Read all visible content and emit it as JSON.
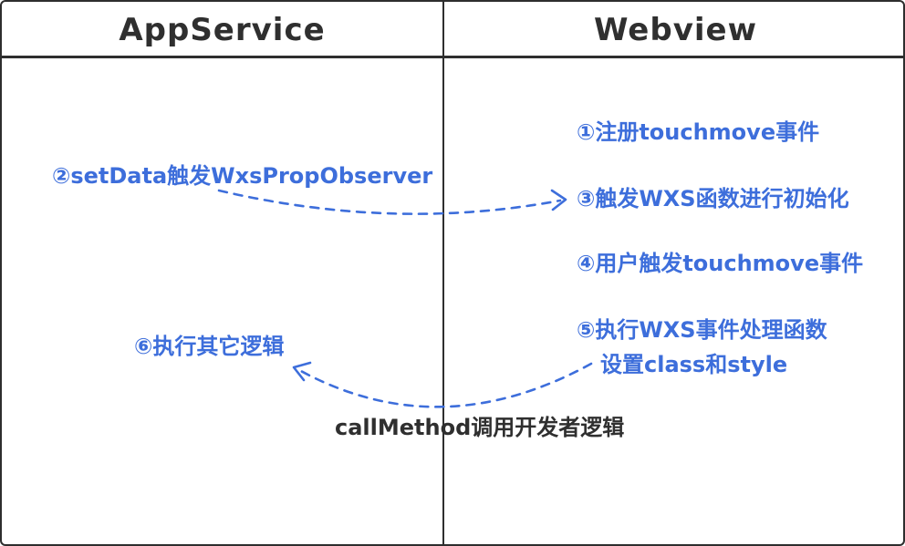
{
  "headers": {
    "left": "AppService",
    "right": "Webview"
  },
  "colors": {
    "accent-blue": "#3d6edb",
    "line-dark": "#2e2e2e",
    "text-dark": "#2f2f2f"
  },
  "steps": {
    "s1": "①注册touchmove事件",
    "s2": "②setData触发WxsPropObserver",
    "s3": "③触发WXS函数进行初始化",
    "s4": "④用户触发touchmove事件",
    "s5a": "⑤执行WXS事件处理函数",
    "s5b": "设置class和style",
    "s6": "⑥执行其它逻辑",
    "callmethod": "callMethod调用开发者逻辑"
  }
}
